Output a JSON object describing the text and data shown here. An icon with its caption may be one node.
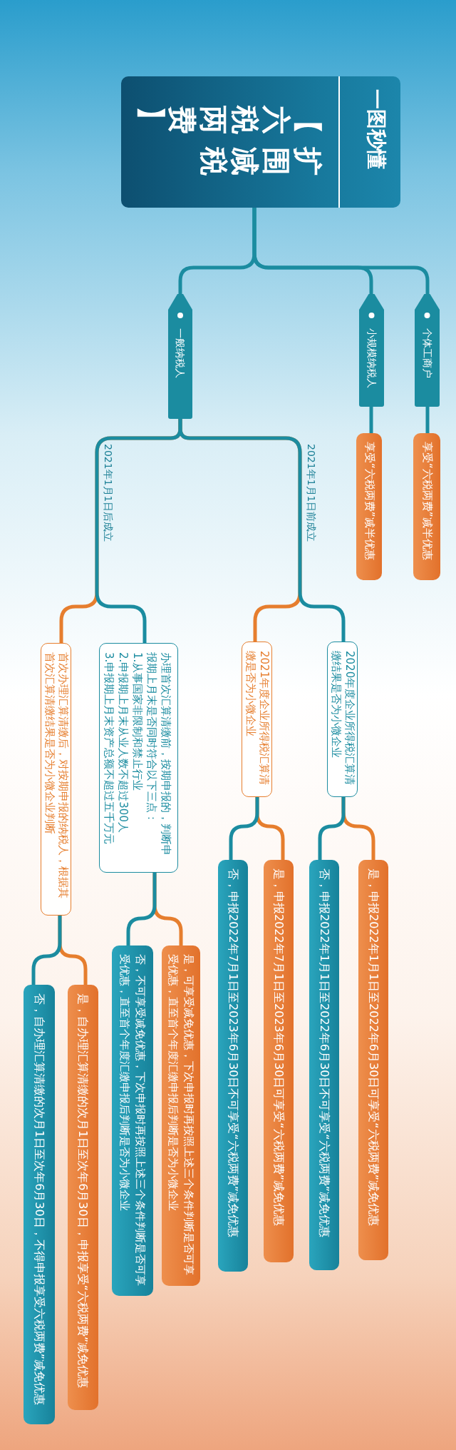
{
  "diagram": {
    "nodes": [
      {
        "text": [
          "一图秒懂",
          "【六税两费】扩围减税"
        ]
      },
      {
        "text": [
          "一般纳税人"
        ]
      },
      {
        "text": [
          "小规模纳税人"
        ]
      },
      {
        "text": [
          "个体工商户"
        ]
      },
      {
        "text": [
          "享受“六税两费”减半优惠"
        ]
      },
      {
        "text": [
          "享受“六税两费”减半优惠"
        ]
      },
      {
        "text": [
          "2020年度企业所得税汇算清缴结果是否为小微企业"
        ]
      },
      {
        "text": [
          "2021年度企业所得税汇算清缴是否为小微企业"
        ]
      },
      {
        "text": [
          "办理首次汇算清缴前，按期申报的，判断申报期上月末是否同时符合以下三点：",
          "1.从事国家非限制和禁止行业",
          "2.申报期上月末从业人数不超过300人",
          "3.申报期上月末资产总额不超过五千万元"
        ]
      },
      {
        "text": [
          "首次办理汇算清缴后，对按期申报的纳税人，根据其首次汇算清缴结果是否为小微企业判断"
        ]
      },
      {
        "text": [
          "是，申报2022年1月1日至2022年6月30日可享受“六税两费”减免优惠"
        ]
      },
      {
        "text": [
          "否，申报2022年1月1日至2022年6月30日不可享受“六税两费”减免优惠"
        ]
      },
      {
        "text": [
          "是，申报2022年7月1日至2023年6月30日可享受“六税两费”减免优惠"
        ]
      },
      {
        "text": [
          "否，申报2022年7月1日至2023年6月30日不可享受“六税两费”减免优惠"
        ]
      },
      {
        "text": [
          "是，可享受减免优惠，下次申报时再按照上述三个条件判断是否可享受优惠，直至首个年度汇缴申报后判断是否为小微企业"
        ]
      },
      {
        "text": [
          "否，不可享受减免优惠，下次申报时再按照上述三个条件判断是否可享受优惠，直至首个年度汇缴申报后判断是否为小微企业"
        ]
      },
      {
        "text": [
          "是，自办理汇算清缴的次月1日至次年6月30日，申报享受“六税两费”减免优惠"
        ]
      },
      {
        "text": [
          "否，自办理汇算清缴的次月1日至次年6月30日，不得申报享受六税两费”减免优惠"
        ]
      }
    ],
    "edges": [
      {
        "from": 0,
        "to": 1,
        "arrow": "none"
      },
      {
        "from": 0,
        "to": 2,
        "arrow": "none"
      },
      {
        "from": 0,
        "to": 3,
        "arrow": "none"
      },
      {
        "from": 2,
        "to": 4,
        "arrow": "none"
      },
      {
        "from": 3,
        "to": 5,
        "arrow": "none"
      },
      {
        "from": 1,
        "to": 6,
        "arrow": "none",
        "label": "2021年1月1日前成立"
      },
      {
        "from": 1,
        "to": 7,
        "arrow": "none",
        "color": "#e67e2e"
      },
      {
        "from": 1,
        "to": 8,
        "arrow": "none",
        "label": "2021年1月1日后成立"
      },
      {
        "from": 1,
        "to": 9,
        "arrow": "none",
        "color": "#e67e2e"
      },
      {
        "from": 6,
        "to": 10,
        "arrow": "none",
        "color": "#e67e2e"
      },
      {
        "from": 6,
        "to": 11,
        "arrow": "none"
      },
      {
        "from": 7,
        "to": 12,
        "arrow": "none",
        "color": "#e67e2e"
      },
      {
        "from": 7,
        "to": 13,
        "arrow": "none"
      },
      {
        "from": 8,
        "to": 14,
        "arrow": "none",
        "color": "#e67e2e"
      },
      {
        "from": 8,
        "to": 15,
        "arrow": "none"
      },
      {
        "from": 9,
        "to": 16,
        "arrow": "none",
        "color": "#e67e2e"
      },
      {
        "from": 9,
        "to": 17,
        "arrow": "none"
      }
    ]
  }
}
